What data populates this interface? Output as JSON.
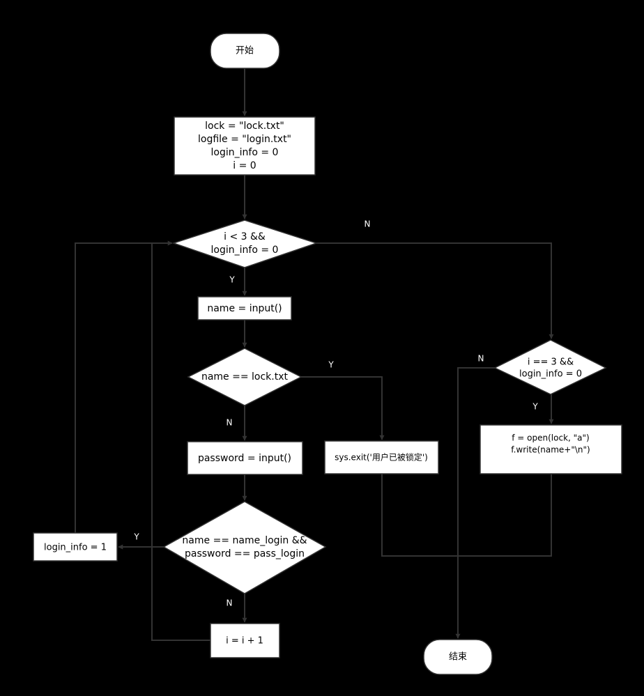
{
  "diagram": {
    "start": "开始",
    "init_lines": [
      "lock = \"lock.txt\"",
      "logfile = \"login.txt\"",
      "login_info = 0",
      "i = 0"
    ],
    "loop_cond_lines": [
      "i < 3  &&",
      "login_info = 0"
    ],
    "input_name": "name = input()",
    "lock_check": "name == lock.txt",
    "sys_exit": "sys.exit('用户已被锁定')",
    "input_password": "password = input()",
    "login_check_lines": [
      "name == name_login &&",
      "password == pass_login"
    ],
    "set_login_info": "login_info = 1",
    "increment": "i = i + 1",
    "lock_cond_lines": [
      "i == 3 &&",
      "login_info = 0"
    ],
    "write_lock_lines": [
      "f = open(lock, \"a\")",
      "f.write(name+\"\\n\")"
    ],
    "end": "结束",
    "labels": {
      "yes": "Y",
      "no": "N"
    }
  }
}
